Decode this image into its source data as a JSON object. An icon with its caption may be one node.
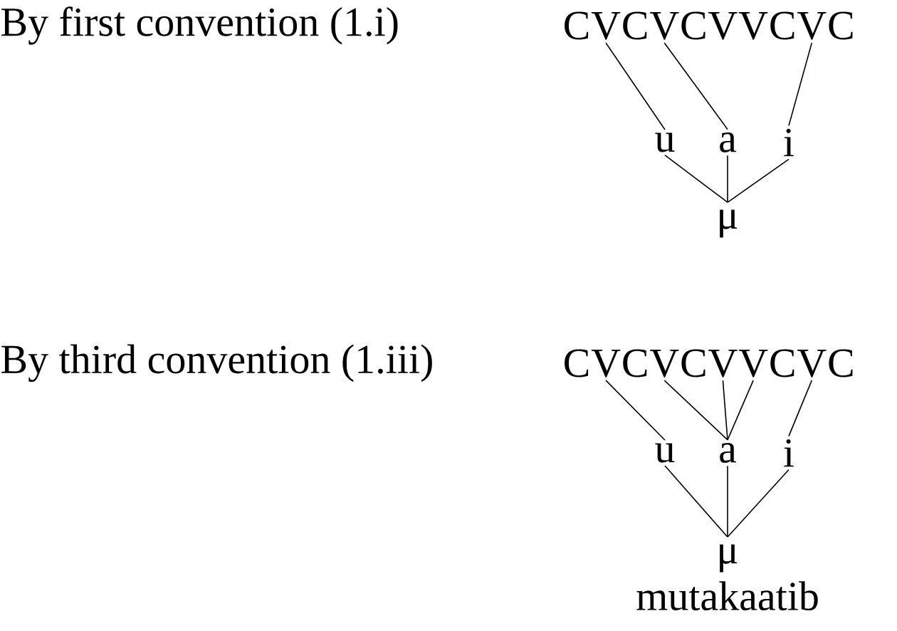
{
  "diagram": {
    "nodes": [
      {
        "text": [
          "C"
        ]
      },
      {
        "text": [
          "V"
        ]
      },
      {
        "text": [
          "C"
        ]
      },
      {
        "text": [
          "V"
        ]
      },
      {
        "text": [
          "C"
        ]
      },
      {
        "text": [
          "V"
        ]
      },
      {
        "text": [
          "V"
        ]
      },
      {
        "text": [
          "C"
        ]
      },
      {
        "text": [
          "V"
        ]
      },
      {
        "text": [
          "C"
        ]
      },
      {
        "text": [
          "u"
        ]
      },
      {
        "text": [
          "a"
        ]
      },
      {
        "text": [
          "i"
        ]
      },
      {
        "text": [
          "μ"
        ]
      },
      {
        "text": [
          "C"
        ]
      },
      {
        "text": [
          "V"
        ]
      },
      {
        "text": [
          "C"
        ]
      },
      {
        "text": [
          "V"
        ]
      },
      {
        "text": [
          "C"
        ]
      },
      {
        "text": [
          "V"
        ]
      },
      {
        "text": [
          "V"
        ]
      },
      {
        "text": [
          "C"
        ]
      },
      {
        "text": [
          "V"
        ]
      },
      {
        "text": [
          "C"
        ]
      },
      {
        "text": [
          "u"
        ]
      },
      {
        "text": [
          "a"
        ]
      },
      {
        "text": [
          "i"
        ]
      },
      {
        "text": [
          "μ"
        ],
        "beside": [
          "mutakaatib"
        ]
      }
    ],
    "edges": [
      {
        "from": 1,
        "to": 10,
        "arrow": "none"
      },
      {
        "from": 3,
        "to": 11,
        "arrow": "none"
      },
      {
        "from": 8,
        "to": 12,
        "arrow": "none"
      },
      {
        "from": 10,
        "to": 13,
        "arrow": "none"
      },
      {
        "from": 11,
        "to": 13,
        "arrow": "none"
      },
      {
        "from": 12,
        "to": 13,
        "arrow": "none"
      },
      {
        "from": 15,
        "to": 24,
        "arrow": "none"
      },
      {
        "from": 17,
        "to": 25,
        "arrow": "none"
      },
      {
        "from": 19,
        "to": 25,
        "arrow": "none"
      },
      {
        "from": 20,
        "to": 25,
        "arrow": "none"
      },
      {
        "from": 22,
        "to": 26,
        "arrow": "none"
      },
      {
        "from": 24,
        "to": 27,
        "arrow": "none"
      },
      {
        "from": 25,
        "to": 27,
        "arrow": "none"
      },
      {
        "from": 26,
        "to": 27,
        "arrow": "none"
      }
    ],
    "labels": [
      "By first convention (1.i)",
      "By third convention (1.iii)"
    ]
  }
}
